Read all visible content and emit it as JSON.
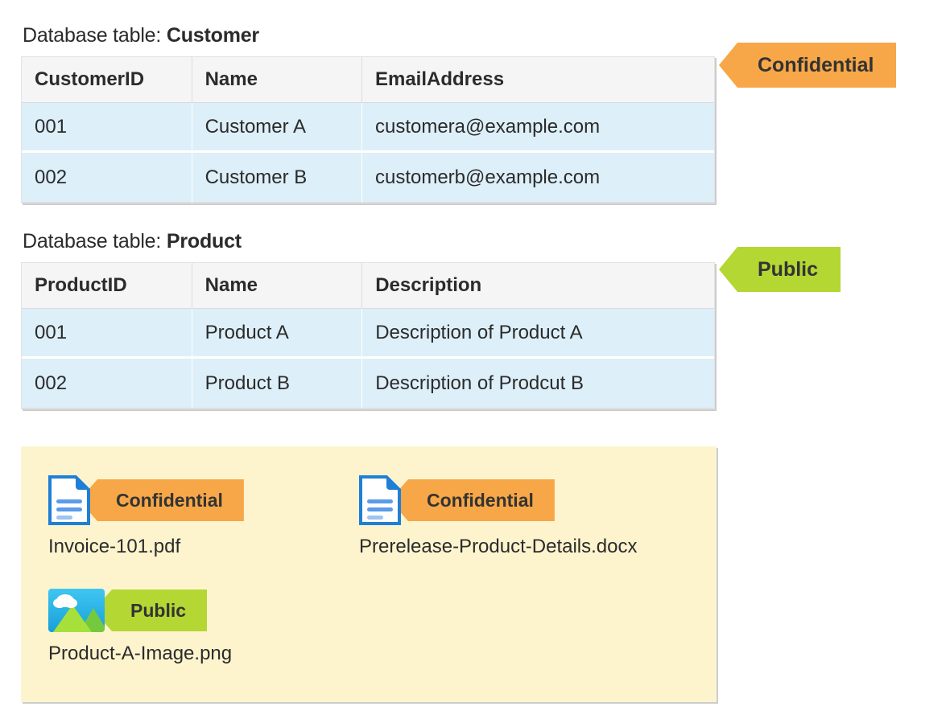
{
  "sections": [
    {
      "caption_prefix": "Database table: ",
      "caption_name": "Customer",
      "badge": {
        "label": "Confidential",
        "color": "#f7a747",
        "icon": "tag-arrow-icon"
      },
      "columns": [
        "CustomerID",
        "Name",
        "EmailAddress"
      ],
      "rows": [
        [
          "001",
          "Customer A",
          "customera@example.com"
        ],
        [
          "002",
          "Customer B",
          "customerb@example.com"
        ]
      ]
    },
    {
      "caption_prefix": "Database table: ",
      "caption_name": "Product",
      "badge": {
        "label": "Public",
        "color": "#b4d733",
        "icon": "tag-arrow-icon"
      },
      "columns": [
        "ProductID",
        "Name",
        "Description"
      ],
      "rows": [
        [
          "001",
          "Product A",
          "Description of Product A"
        ],
        [
          "002",
          "Product B",
          "Description of Prodcut B"
        ]
      ]
    }
  ],
  "file_panel": {
    "background_color": "#fdf4ce",
    "files": [
      {
        "name": "Invoice-101.pdf",
        "icon": "document-icon",
        "badge": {
          "label": "Confidential",
          "color": "#f7a747"
        }
      },
      {
        "name": "Prerelease-Product-Details.docx",
        "icon": "document-icon",
        "badge": {
          "label": "Confidential",
          "color": "#f7a747"
        }
      },
      {
        "name": "Product-A-Image.png",
        "icon": "image-icon",
        "badge": {
          "label": "Public",
          "color": "#b4d733"
        }
      }
    ]
  }
}
